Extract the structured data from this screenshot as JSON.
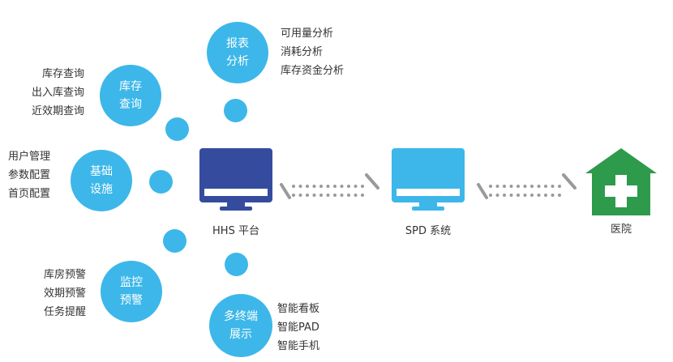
{
  "center_nodes": {
    "hhs": {
      "label": "HHS 平台"
    },
    "spd": {
      "label": "SPD 系统"
    },
    "hospital": {
      "label": "医院"
    }
  },
  "bubbles": {
    "report": {
      "title": "报表\n分析",
      "items": [
        "可用量分析",
        "消耗分析",
        "库存资金分析"
      ]
    },
    "inventory": {
      "title": "库存\n查询",
      "items": [
        "库存查询",
        "出入库查询",
        "近效期查询"
      ]
    },
    "basic": {
      "title": "基础\n设施",
      "items": [
        "用户管理",
        "参数配置",
        "首页配置"
      ]
    },
    "monitor": {
      "title": "监控\n预警",
      "items": [
        "库房预警",
        "效期预警",
        "任务提醒"
      ]
    },
    "terminal": {
      "title": "多终端\n展示",
      "items": [
        "智能看板",
        "智能PAD",
        "智能手机"
      ]
    }
  },
  "colors": {
    "bubble": "#3db7e9",
    "hhs_monitor": "#354c9e",
    "spd_monitor": "#3db7e9",
    "hospital": "#2e9a4c",
    "connector": "#9a9a9a"
  },
  "icons": [
    "hhs-monitor-icon",
    "spd-monitor-icon",
    "hospital-icon"
  ]
}
